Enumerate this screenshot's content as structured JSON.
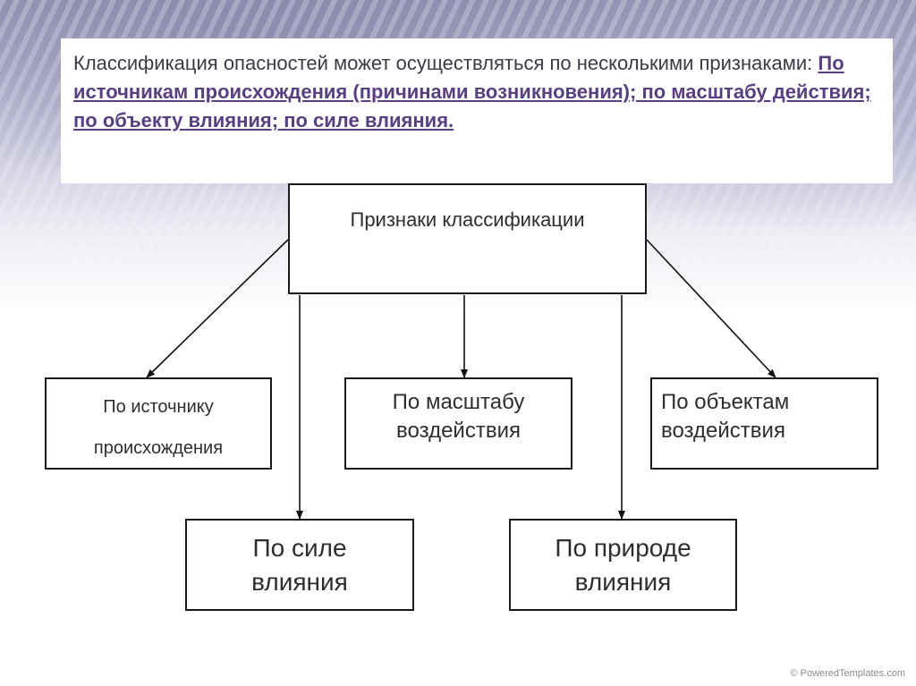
{
  "title": {
    "plain": "Классификация опасностей может осуществляться по несколькими признаками: ",
    "highlight": "По источникам происхождения (причинами возникновения); по масштабу действия; по объекту влияния; по силе влияния."
  },
  "diagram": {
    "root": "Признаки классификации",
    "source": {
      "line1": "По источнику",
      "line2": "происхождения"
    },
    "scale": {
      "line1": "По масштабу",
      "line2": "воздействия"
    },
    "object": {
      "line1": "По объектам",
      "line2": "воздействия"
    },
    "force": {
      "line1": "По силе",
      "line2": "влияния"
    },
    "nature": {
      "line1": "По природе",
      "line2": "влияния"
    }
  },
  "footer": "© PoweredTemplates.com"
}
